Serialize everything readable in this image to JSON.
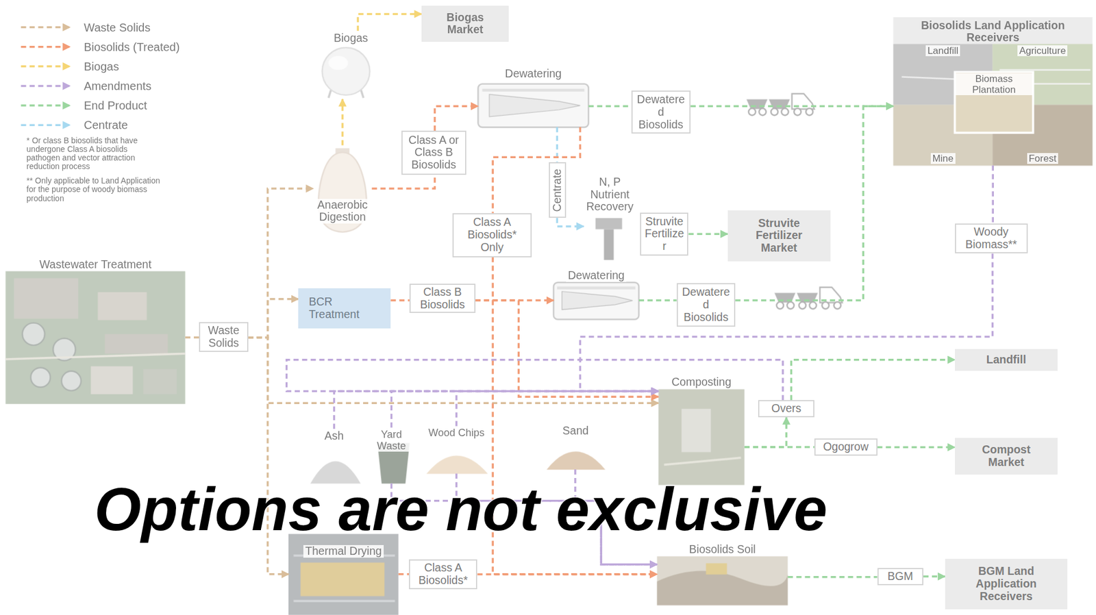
{
  "diagram": {
    "nodes": [
      {
        "text": [
          "Wastewater Treatment"
        ]
      },
      {
        "text": [
          "Waste Solids"
        ]
      },
      {
        "text": [
          "Anaerobic Digestion"
        ]
      },
      {
        "text": [
          "Biogas"
        ]
      },
      {
        "text": [
          "Biogas Market"
        ]
      },
      {
        "text": [
          "Class A or Class B Biosolids"
        ]
      },
      {
        "text": [
          "Dewatering"
        ]
      },
      {
        "text": [
          "Dewatere d Biosolids"
        ]
      },
      {
        "text": [
          "Biosolids Land Application Receivers"
        ]
      },
      {
        "text": [
          "Landfill"
        ],
        "in": 8
      },
      {
        "text": [
          "Agriculture"
        ],
        "in": 8
      },
      {
        "text": [
          "Biomass Plantation"
        ],
        "in": 8
      },
      {
        "text": [
          "Mine"
        ],
        "in": 8
      },
      {
        "text": [
          "Forest"
        ],
        "in": 8
      },
      {
        "text": [
          "Centrate"
        ]
      },
      {
        "text": [
          "N, P Nutrient Recovery"
        ]
      },
      {
        "text": [
          "Struvite Fertilize r"
        ]
      },
      {
        "text": [
          "Struvite Fertilizer Market"
        ]
      },
      {
        "text": [
          "Class A Biosolids* Only"
        ]
      },
      {
        "text": [
          "BCR Treatment"
        ]
      },
      {
        "text": [
          "Class B Biosolids"
        ]
      },
      {
        "text": [
          "Dewatering"
        ]
      },
      {
        "text": [
          "Dewatere d Biosolids"
        ]
      },
      {
        "text": [
          "Woody Biomass**"
        ]
      },
      {
        "text": [
          "Landfill"
        ]
      },
      {
        "text": [
          "Composting"
        ]
      },
      {
        "text": [
          "Overs"
        ]
      },
      {
        "text": [
          "Ogogrow"
        ]
      },
      {
        "text": [
          "Compost Market"
        ]
      },
      {
        "text": [
          "Ash"
        ]
      },
      {
        "text": [
          "Yard Waste"
        ]
      },
      {
        "text": [
          "Wood Chips"
        ]
      },
      {
        "text": [
          "Sand"
        ]
      },
      {
        "text": [
          "Thermal Drying"
        ]
      },
      {
        "text": [
          "Class A Biosolids*"
        ]
      },
      {
        "text": [
          "Biosolids Soil"
        ]
      },
      {
        "text": [
          "BGM"
        ]
      },
      {
        "text": [
          "BGM Land Application Receivers"
        ]
      }
    ],
    "edges": [
      {
        "from": 0,
        "to": 1,
        "arrow": "none"
      },
      {
        "from": 1,
        "to": 2,
        "arrow": "to"
      },
      {
        "from": 1,
        "to": 19,
        "arrow": "to"
      },
      {
        "from": 1,
        "to": 25,
        "arrow": "to"
      },
      {
        "from": 1,
        "to": 33,
        "arrow": "to"
      },
      {
        "from": 2,
        "to": 3,
        "arrow": "to"
      },
      {
        "from": 3,
        "to": 4,
        "arrow": "to"
      },
      {
        "from": 2,
        "to": 5,
        "arrow": "none"
      },
      {
        "from": 5,
        "to": 6,
        "arrow": "to"
      },
      {
        "from": 6,
        "to": 14,
        "arrow": "none"
      },
      {
        "from": 14,
        "to": 15,
        "arrow": "to"
      },
      {
        "from": 16,
        "to": 17,
        "arrow": "to"
      },
      {
        "from": 6,
        "to": 7,
        "arrow": "none"
      },
      {
        "from": 7,
        "to": 8,
        "arrow": "to"
      },
      {
        "from": 6,
        "to": 18,
        "arrow": "none"
      },
      {
        "from": 18,
        "to": 35,
        "arrow": "to"
      },
      {
        "from": 19,
        "to": 20,
        "arrow": "none"
      },
      {
        "from": 20,
        "to": 21,
        "arrow": "to"
      },
      {
        "from": 20,
        "to": 25,
        "arrow": "to"
      },
      {
        "from": 33,
        "to": 34,
        "arrow": "none"
      },
      {
        "from": 34,
        "to": 35,
        "arrow": "to"
      },
      {
        "from": 21,
        "to": 22,
        "arrow": "none"
      },
      {
        "from": 22,
        "to": 8,
        "arrow": "to"
      },
      {
        "from": 8,
        "to": 23,
        "arrow": "none"
      },
      {
        "from": 23,
        "to": 25,
        "arrow": "to"
      },
      {
        "from": 26,
        "to": 25,
        "arrow": "to"
      },
      {
        "from": 25,
        "to": 26,
        "arrow": "to"
      },
      {
        "from": 26,
        "to": 24,
        "arrow": "to"
      },
      {
        "from": 25,
        "to": 27,
        "arrow": "none"
      },
      {
        "from": 27,
        "to": 28,
        "arrow": "to"
      },
      {
        "from": 29,
        "to": 25,
        "arrow": "to"
      },
      {
        "from": 30,
        "to": 25,
        "arrow": "to"
      },
      {
        "from": 31,
        "to": 25,
        "arrow": "to"
      },
      {
        "from": 30,
        "to": 35,
        "arrow": "to"
      },
      {
        "from": 31,
        "to": 35,
        "arrow": "to"
      },
      {
        "from": 32,
        "to": 35,
        "arrow": "to"
      },
      {
        "from": 35,
        "to": 36,
        "arrow": "none"
      },
      {
        "from": 36,
        "to": 37,
        "arrow": "to"
      }
    ],
    "labels": [
      "* Or class B biosolids that have undergone Class A biosolids pathogen and vector attraction reduction process",
      "** Only applicable to Land Application for the purpose of woody biomass production",
      "Options are not exclusive"
    ],
    "legend": [
      {
        "text": "Waste Solids"
      },
      {
        "text": "Biosolids (Treated)"
      },
      {
        "text": "Biogas"
      },
      {
        "text": "Amendments"
      },
      {
        "text": "End Product"
      },
      {
        "text": "Centrate"
      }
    ]
  }
}
